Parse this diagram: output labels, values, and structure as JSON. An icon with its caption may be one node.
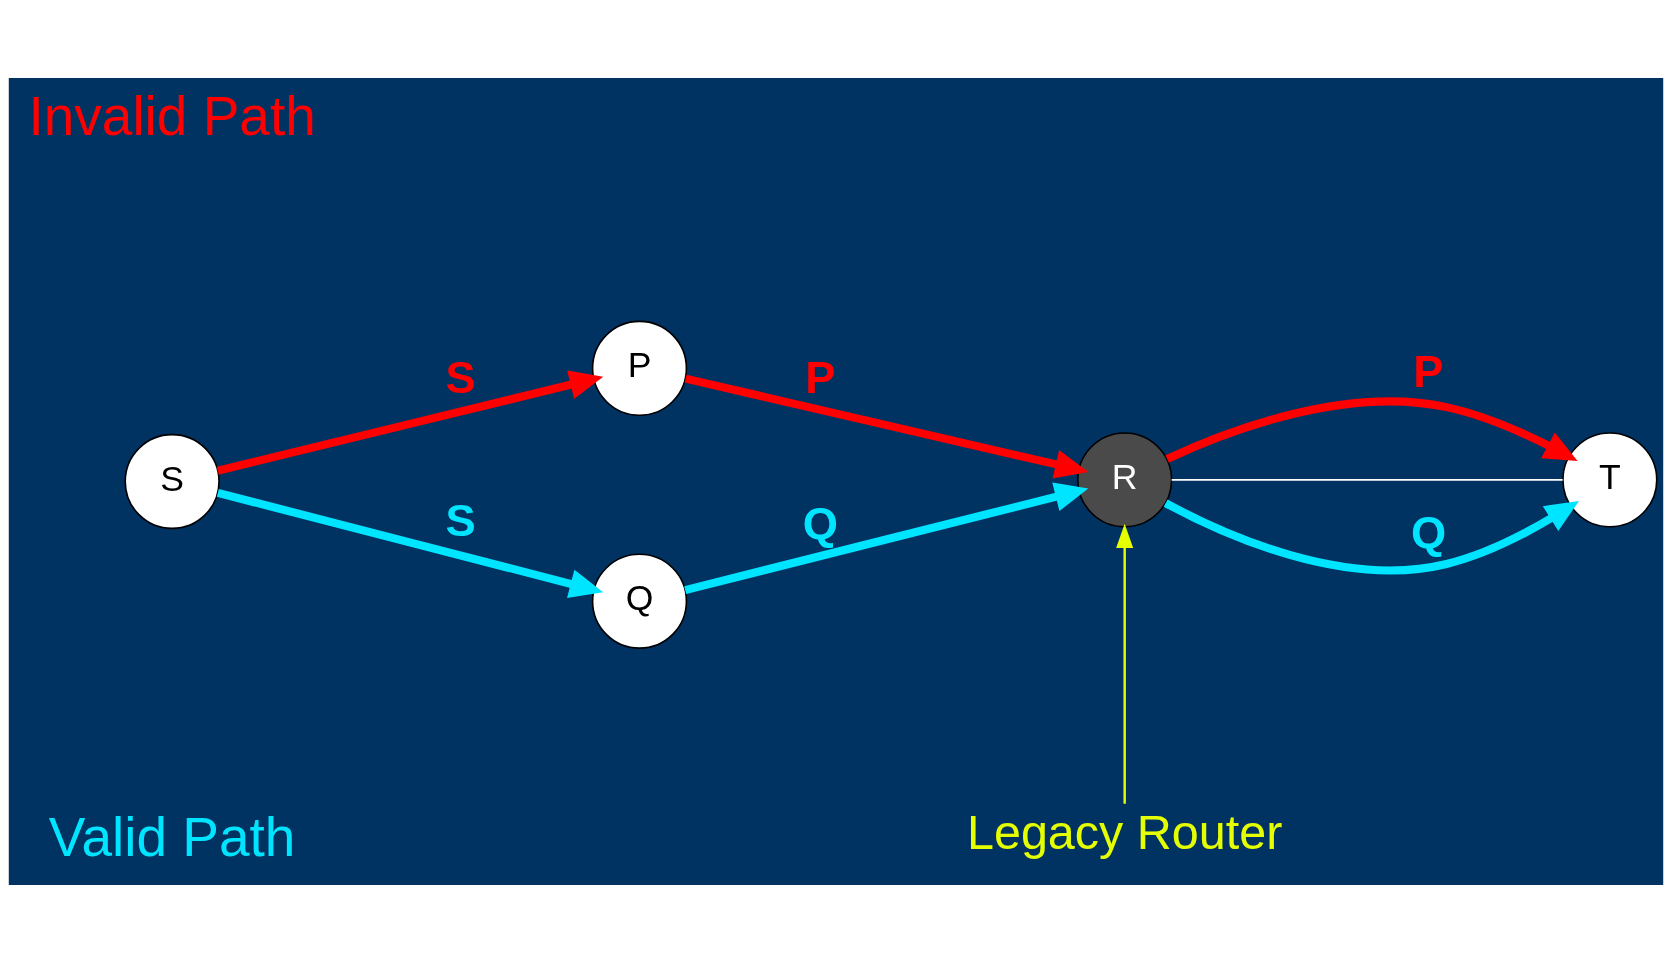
{
  "diagram": {
    "nodes": [
      {
        "text": [
          "S"
        ]
      },
      {
        "text": [
          "P"
        ]
      },
      {
        "text": [
          "Q"
        ]
      },
      {
        "text": [
          "R"
        ]
      },
      {
        "text": [
          "T"
        ]
      },
      {
        "text": [
          "Legacy Router"
        ]
      }
    ],
    "edges": [
      {
        "from": 0,
        "to": 1,
        "arrow": "to",
        "label": "S",
        "color": "#ff0000"
      },
      {
        "from": 1,
        "to": 3,
        "arrow": "to",
        "label": "P",
        "color": "#ff0000"
      },
      {
        "from": 0,
        "to": 2,
        "arrow": "to",
        "label": "S",
        "color": "#00e5ff"
      },
      {
        "from": 2,
        "to": 3,
        "arrow": "to",
        "label": "Q",
        "color": "#00e5ff"
      },
      {
        "from": 3,
        "to": 4,
        "arrow": "to",
        "label": "P",
        "color": "#ff0000"
      },
      {
        "from": 3,
        "to": 4,
        "arrow": "none",
        "color": "#ffffff"
      },
      {
        "from": 3,
        "to": 4,
        "arrow": "to",
        "label": "Q",
        "color": "#00e5ff"
      },
      {
        "from": 5,
        "to": 3,
        "arrow": "to",
        "color": "#e5ff00"
      }
    ],
    "labels": [
      "Invalid Path",
      "Valid Path"
    ]
  }
}
